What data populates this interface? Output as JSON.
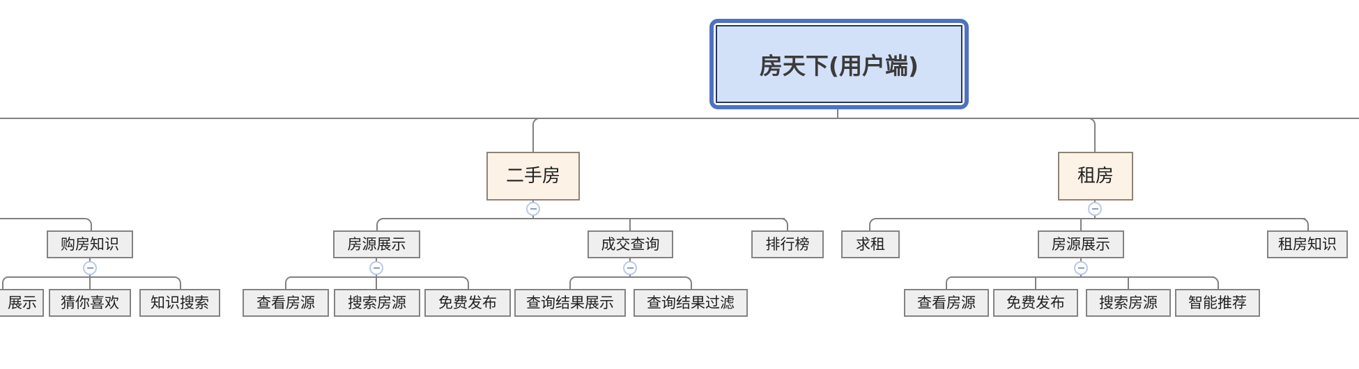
{
  "app": {
    "description_title": "房天下(用户端)",
    "diagram_type": "org-chart mind map"
  },
  "tree": {
    "root": {
      "label": "房天下(用户端)"
    },
    "level2": [
      {
        "label": "二手房",
        "collapsed": false,
        "children": [
          {
            "label": "房源展示",
            "collapsed": false,
            "children": [
              {
                "label": "查看房源"
              },
              {
                "label": "搜索房源"
              },
              {
                "label": "免费发布"
              }
            ]
          },
          {
            "label": "成交查询",
            "collapsed": false,
            "children": [
              {
                "label": "查询结果展示"
              },
              {
                "label": "查询结果过滤"
              }
            ]
          },
          {
            "label": "排行榜"
          }
        ]
      },
      {
        "label": "租房",
        "collapsed": false,
        "children": [
          {
            "label": "求租"
          },
          {
            "label": "房源展示",
            "collapsed": false,
            "children": [
              {
                "label": "查看房源"
              },
              {
                "label": "免费发布"
              },
              {
                "label": "搜索房源"
              },
              {
                "label": "智能推荐"
              }
            ]
          },
          {
            "label": "租房知识"
          }
        ]
      }
    ],
    "offscreen_group": {
      "note": "parent node is off-screen to the left; connector lines run off the canvas edge",
      "parent": {
        "label": "购房知识",
        "collapsed": false,
        "children": [
          {
            "label": "展示",
            "clipped_left": true
          },
          {
            "label": "猜你喜欢"
          },
          {
            "label": "知识搜索"
          }
        ]
      }
    }
  },
  "colors": {
    "canvas_bg": "#ffffff",
    "line": "#808080",
    "root_border": "#4d72c1",
    "root_inner_border": "#24365e",
    "root_fill": "#d3e1f8",
    "root_text": "#3b3b3b",
    "branch_fill": "#fdf2e6",
    "branch_border": "#8e8274",
    "node_fill": "#efefef",
    "node_border": "#828282",
    "node_text": "#1f1f1f",
    "collapse_border": "#b9c9e9",
    "collapse_minus": "#8b9cba",
    "collapse_bg": "#ffffff"
  }
}
